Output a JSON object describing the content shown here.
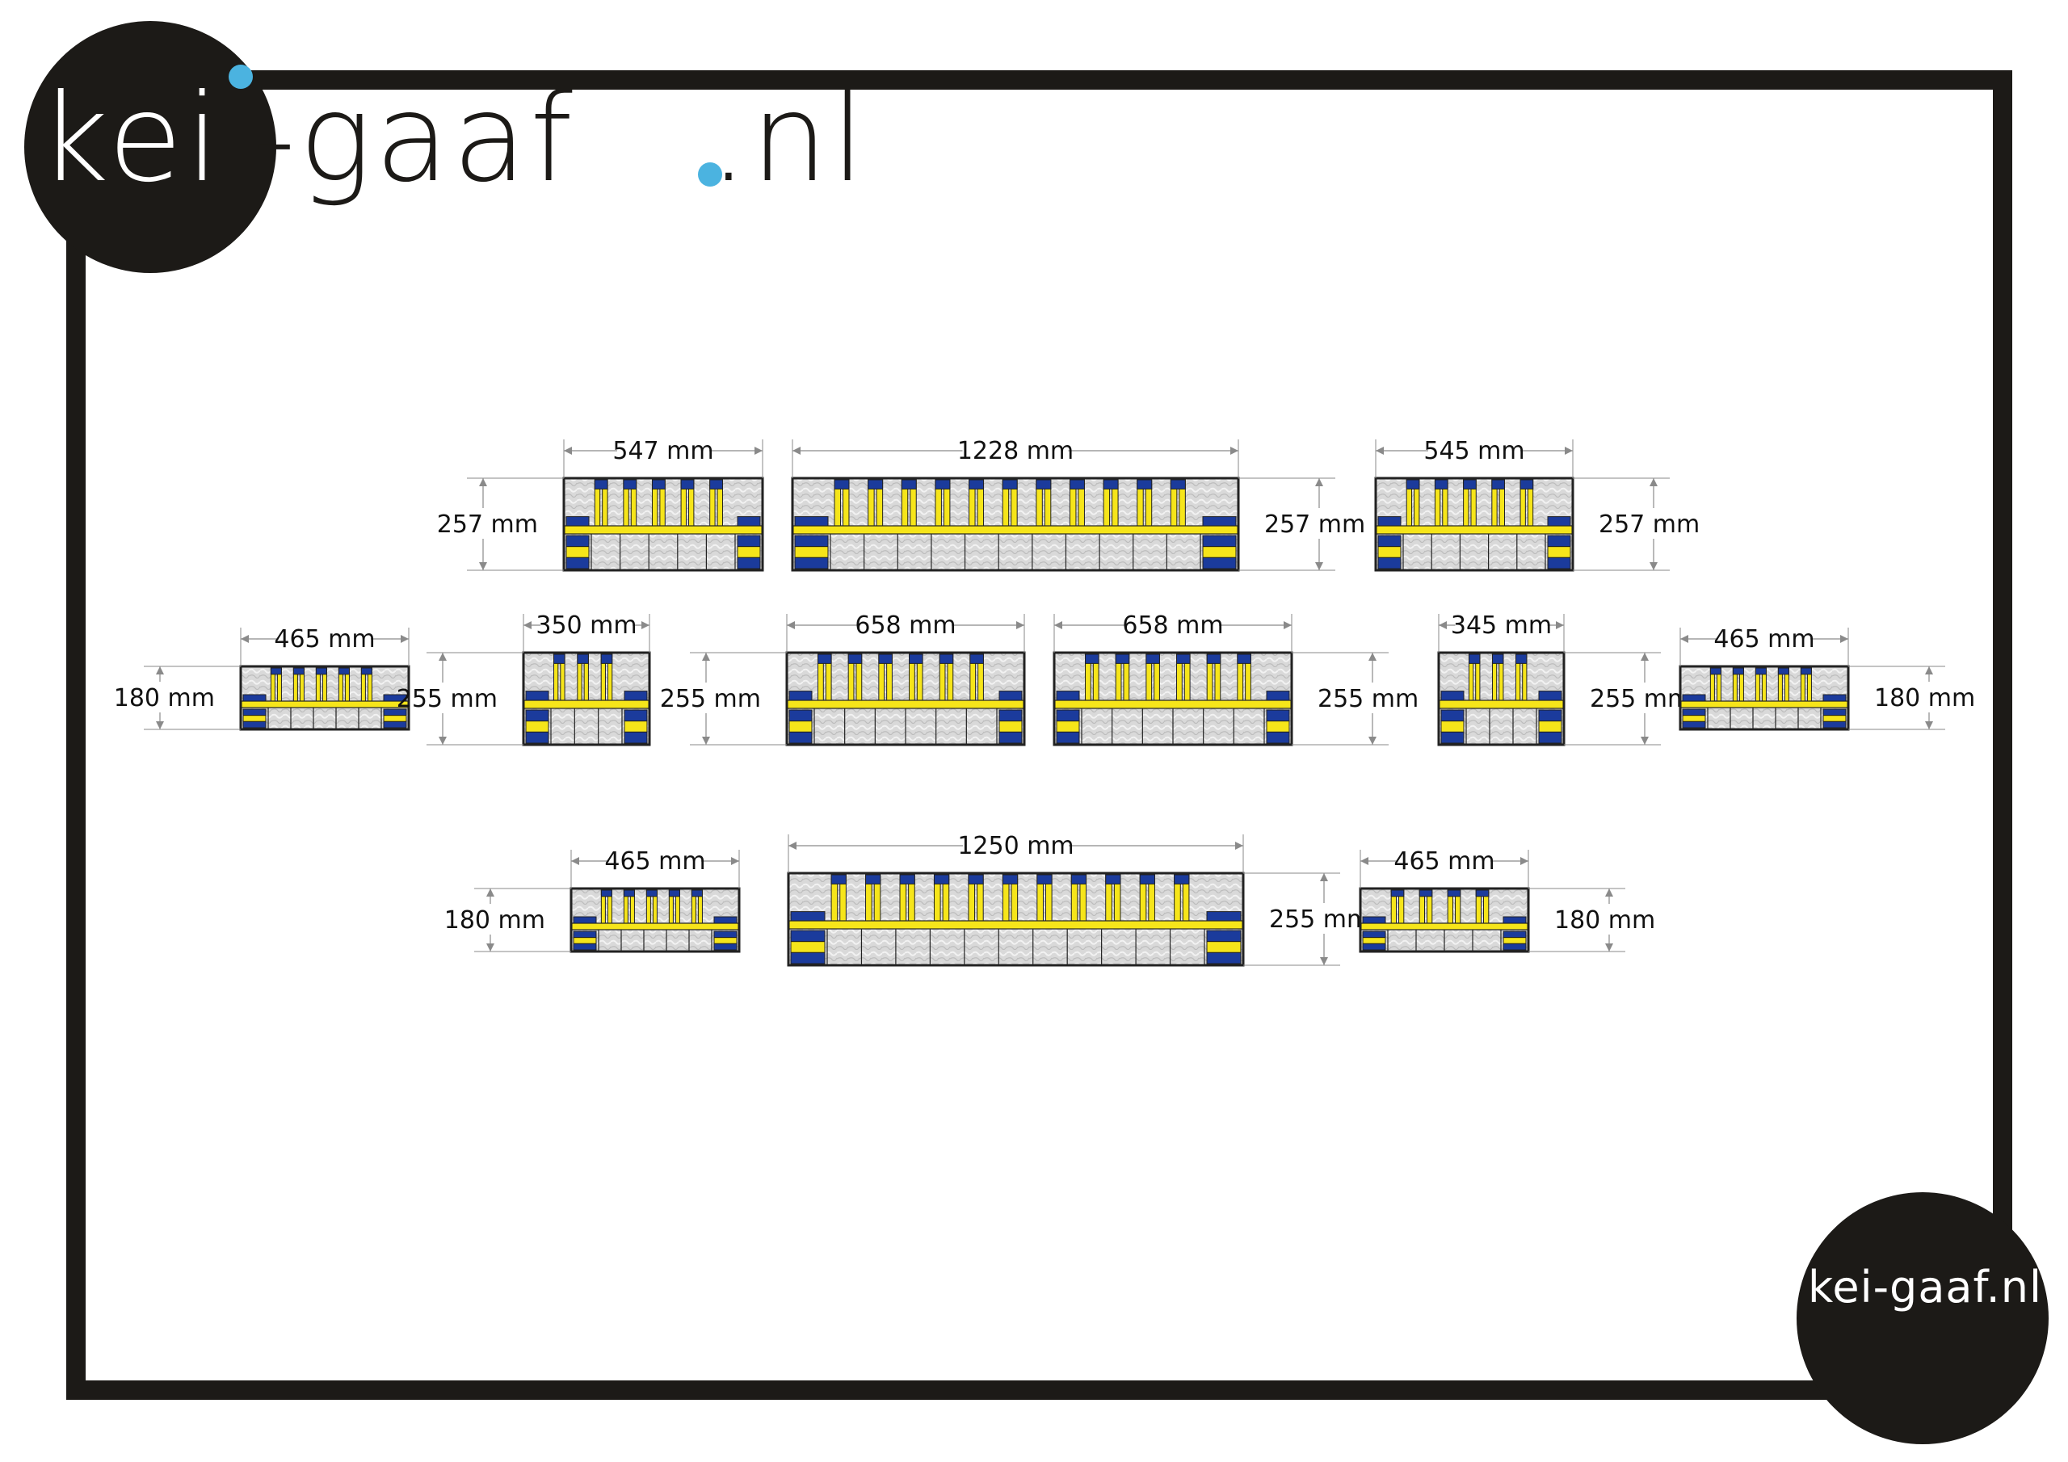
{
  "brand": {
    "logo_text_part1": "kei",
    "logo_text_part2": "-gaaf",
    "logo_text_part3": ".nl",
    "full_name": "kei-gaaf.nl",
    "colors": {
      "frame": "#1c1a17",
      "circle": "#1c1a17",
      "dot": "#4bb3e0",
      "logo_dark_text": "#1c1a17",
      "logo_light_text": "#ffffff"
    }
  },
  "palette": {
    "glass": "#d8d8d8",
    "glass_light": "#efefef",
    "yellow": "#f6e51a",
    "blue": "#1b3b9c",
    "lead": "#222222",
    "dim_line": "#8a8a8a"
  },
  "panels": [
    {
      "id": "r1-a",
      "width_label": "547 mm",
      "height_label": "257 mm",
      "height_side": "left",
      "style": "full",
      "cols": 5
    },
    {
      "id": "r1-b",
      "width_label": "1228 mm",
      "height_label": "257 mm",
      "height_side": "right",
      "style": "full",
      "cols": 11
    },
    {
      "id": "r1-c",
      "width_label": "545 mm",
      "height_label": "257 mm",
      "height_side": "right",
      "style": "full",
      "cols": 5
    },
    {
      "id": "r2-a",
      "width_label": "465 mm",
      "height_label": "180 mm",
      "height_side": "left",
      "style": "short",
      "cols": 5
    },
    {
      "id": "r2-b",
      "width_label": "350 mm",
      "height_label": "255 mm",
      "height_side": "left",
      "style": "full",
      "cols": 3
    },
    {
      "id": "r2-c",
      "width_label": "658 mm",
      "height_label": "255 mm",
      "height_side": "left",
      "style": "full",
      "cols": 6
    },
    {
      "id": "r2-d",
      "width_label": "658 mm",
      "height_label": "255 mm",
      "height_side": "right",
      "style": "full",
      "cols": 6
    },
    {
      "id": "r2-e",
      "width_label": "345 mm",
      "height_label": "255 mm",
      "height_side": "right",
      "style": "full",
      "cols": 3
    },
    {
      "id": "r2-f",
      "width_label": "465 mm",
      "height_label": "180 mm",
      "height_side": "right",
      "style": "short",
      "cols": 5
    },
    {
      "id": "r3-a",
      "width_label": "465 mm",
      "height_label": "180 mm",
      "height_side": "left",
      "style": "short",
      "cols": 5
    },
    {
      "id": "r3-b",
      "width_label": "1250 mm",
      "height_label": "255 mm",
      "height_side": "right",
      "style": "full",
      "cols": 11
    },
    {
      "id": "r3-c",
      "width_label": "465 mm",
      "height_label": "180 mm",
      "height_side": "right",
      "style": "short",
      "cols": 4
    }
  ]
}
